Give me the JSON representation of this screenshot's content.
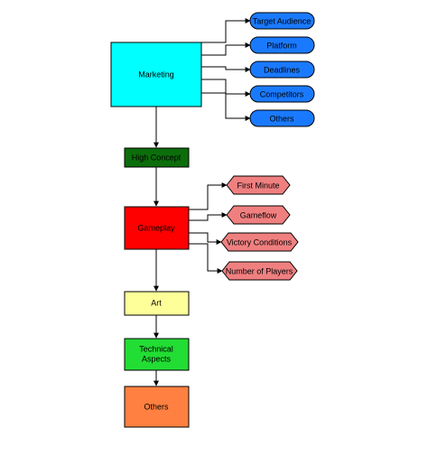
{
  "diagram": {
    "nodes": {
      "marketing": {
        "label": "Marketing",
        "color": "#00ffff"
      },
      "high_concept": {
        "label": "High Concept",
        "color": "#0b6e0b"
      },
      "gameplay": {
        "label": "Gameplay",
        "color": "#ff0000"
      },
      "art": {
        "label": "Art",
        "color": "#ffff99"
      },
      "technical": {
        "label_line1": "Technical",
        "label_line2": "Aspects",
        "color": "#22dd33"
      },
      "others_main": {
        "label": "Others",
        "color": "#ff8040"
      }
    },
    "marketing_items": [
      {
        "label": "Target Audience"
      },
      {
        "label": "Platform"
      },
      {
        "label": "Deadlines"
      },
      {
        "label": "Competitors"
      },
      {
        "label": "Others"
      }
    ],
    "marketing_item_color": "#1a7aff",
    "gameplay_items": [
      {
        "label": "First Minute"
      },
      {
        "label": "Gameflow"
      },
      {
        "label": "Victory Conditions"
      },
      {
        "label": "Number of Players"
      }
    ],
    "gameplay_item_color": "#f08080"
  }
}
